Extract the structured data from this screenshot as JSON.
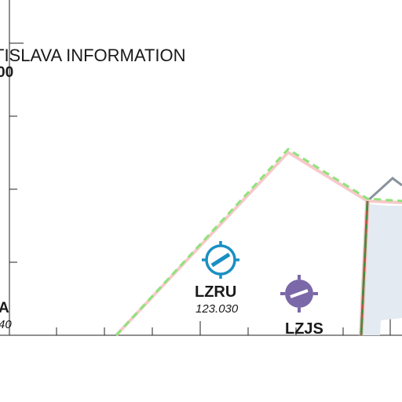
{
  "fir": {
    "name_fragment": "TISLAVA INFORMATION",
    "freq_fragment": "00"
  },
  "left_airfield": {
    "code_fragment": "A",
    "freq_fragment": "40"
  },
  "airfields": [
    {
      "code": "LZRU",
      "frequency": "123.030",
      "symbol_color": "#1a8fc4"
    },
    {
      "code": "LZJS",
      "frequency": "",
      "symbol_color": "#7b68a8"
    }
  ],
  "colors": {
    "airspace_pink": "#f7c9c9",
    "airspace_green_dashed": "#8ee37a",
    "boundary_grey": "#8a939c",
    "restricted_fill": "#e4eaf2",
    "border_green": "#3f8f3f",
    "border_red": "#d24a4a",
    "frame": "#222222"
  }
}
